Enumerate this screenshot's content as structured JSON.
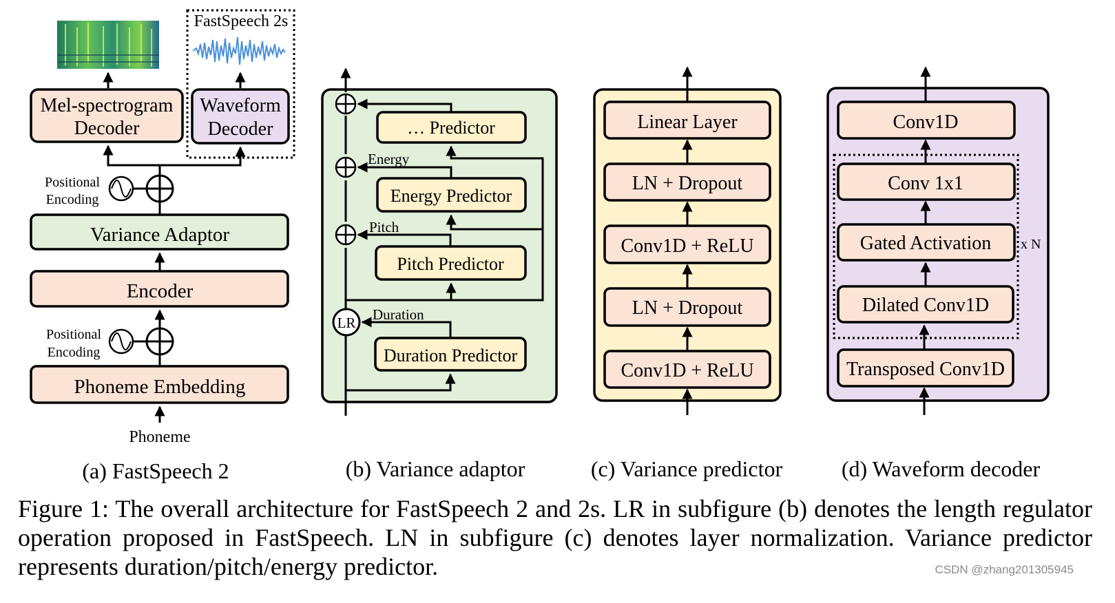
{
  "colors": {
    "encoder_fill": "#fbe3d6",
    "adaptor_fill": "#e2efda",
    "predictor_fill": "#fff2cc",
    "decoder_fill": "#eadcf0",
    "spectrogram": "#3c9a6b",
    "waveform": "#4a90d9"
  },
  "panel_a": {
    "mel_decoder": [
      "Mel-spectrogram",
      "Decoder"
    ],
    "waveform_decoder": [
      "Waveform",
      "Decoder"
    ],
    "fastspeech2s_label": "FastSpeech 2s",
    "positional_encoding": [
      "Positional",
      "Encoding"
    ],
    "variance_adaptor": "Variance Adaptor",
    "encoder": "Encoder",
    "phoneme_embedding": "Phoneme Embedding",
    "phoneme": "Phoneme",
    "caption": "(a) FastSpeech 2"
  },
  "panel_b": {
    "dots_predictor": "… Predictor",
    "energy_label": "Energy",
    "energy_predictor": "Energy Predictor",
    "pitch_label": "Pitch",
    "pitch_predictor": "Pitch Predictor",
    "lr": "LR",
    "duration_label": "Duration",
    "duration_predictor": "Duration Predictor",
    "caption": "(b) Variance adaptor"
  },
  "panel_c": {
    "layers": [
      "Linear Layer",
      "LN + Dropout",
      "Conv1D + ReLU",
      "LN + Dropout",
      "Conv1D + ReLU"
    ],
    "caption": "(c) Variance predictor"
  },
  "panel_d": {
    "conv1d": "Conv1D",
    "conv1x1": "Conv 1x1",
    "gated": "Gated Activation",
    "dilated": "Dilated Conv1D",
    "transposed": "Transposed Conv1D",
    "repeat": "x N",
    "caption": "(d) Waveform decoder"
  },
  "figure_caption": "Figure 1: The overall architecture for FastSpeech 2 and 2s. LR in subfigure (b) denotes the length regulator operation proposed in FastSpeech. LN in subfigure (c) denotes layer normalization. Variance predictor represents duration/pitch/energy predictor.",
  "watermark": "CSDN @zhang201305945"
}
